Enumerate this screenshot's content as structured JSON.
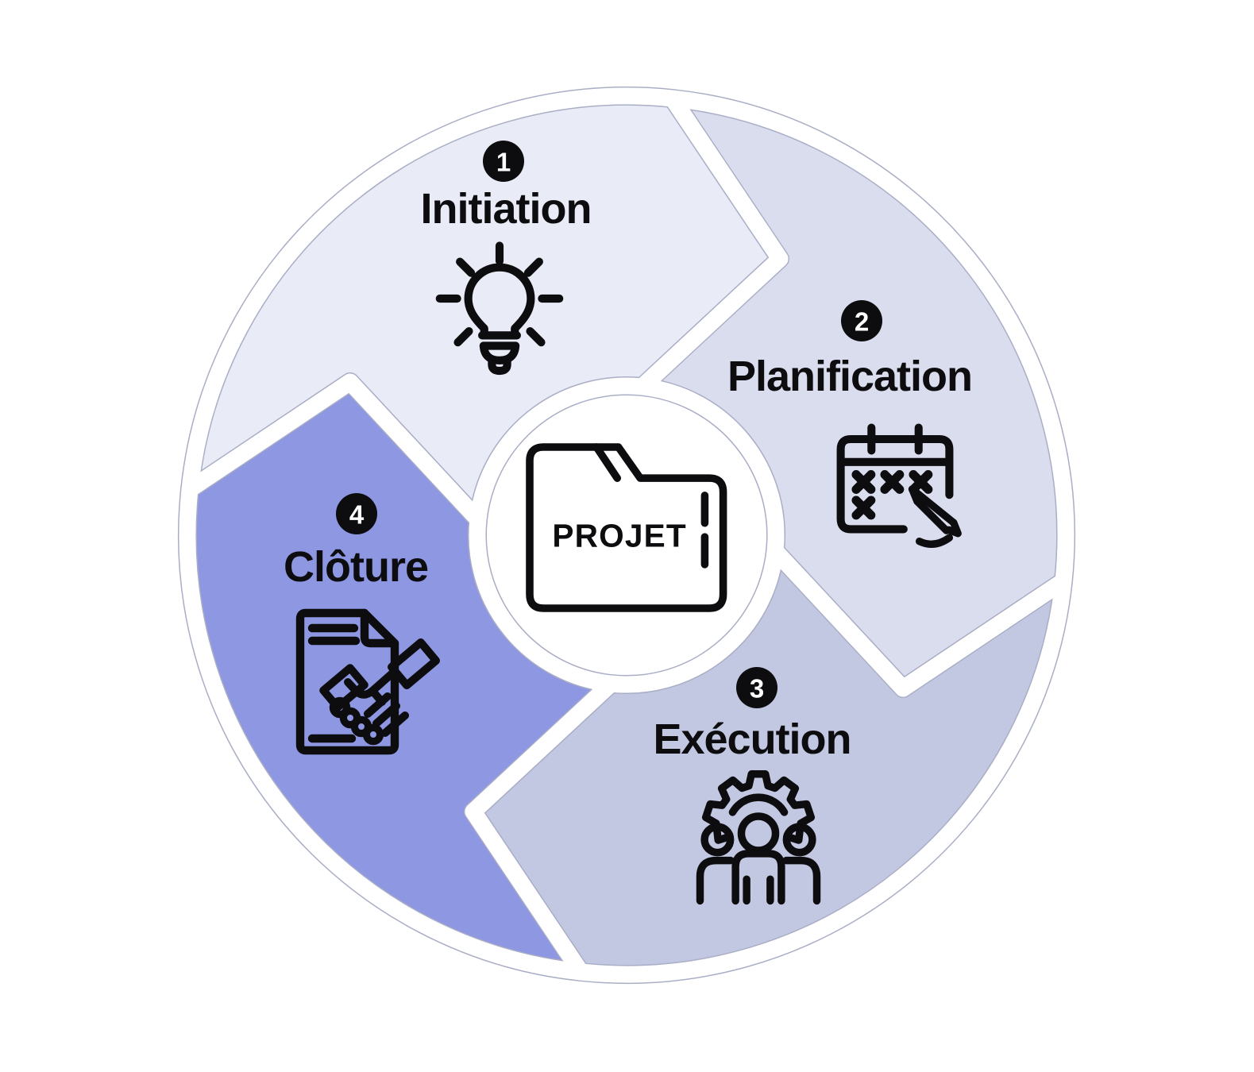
{
  "diagram": {
    "center": {
      "label": "PROJET",
      "icon": "project-folder-icon"
    },
    "phases": [
      {
        "number": "1",
        "label": "Initiation",
        "fill": "#e9ebf6",
        "icon": "lightbulb-idea-icon"
      },
      {
        "number": "2",
        "label": "Planification",
        "fill": "#daddee",
        "icon": "calendar-pencil-icon"
      },
      {
        "number": "3",
        "label": "Exécution",
        "fill": "#c3c8e2",
        "icon": "gear-team-icon"
      },
      {
        "number": "4",
        "label": "Clôture",
        "fill": "#8e97e2",
        "icon": "document-handshake-icon"
      }
    ],
    "badge_fill": "#0d0d10",
    "badge_text_color": "#ffffff",
    "line_color": "#0d0d10",
    "hairline_color": "#a9aec6",
    "background": "#ffffff"
  }
}
